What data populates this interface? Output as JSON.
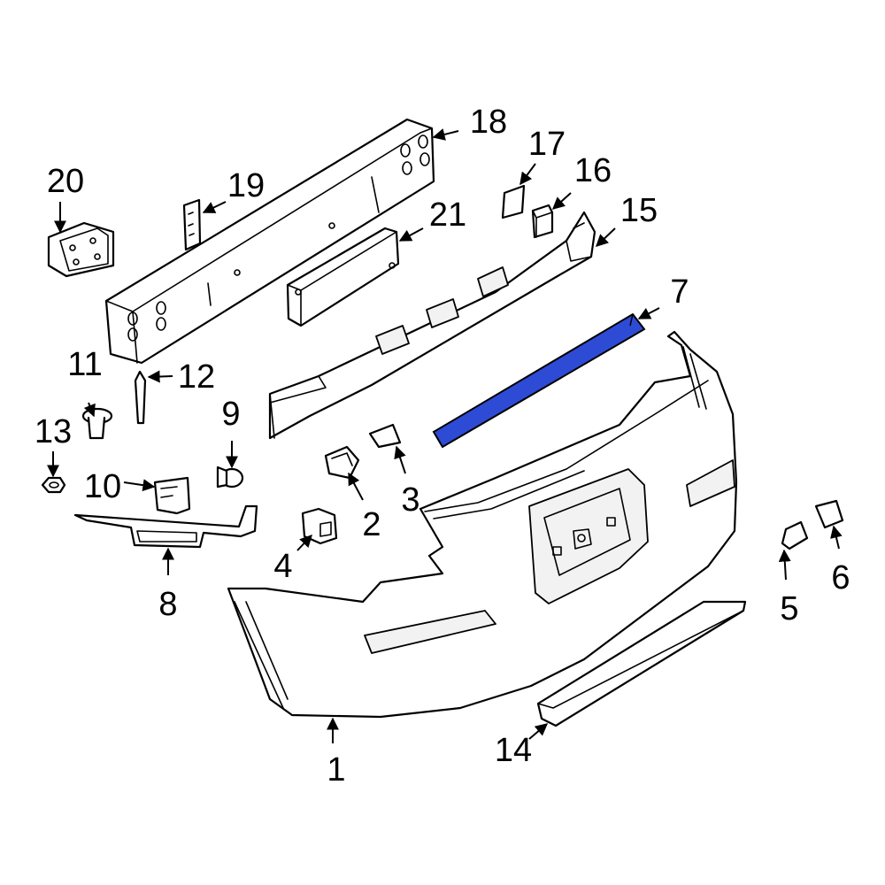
{
  "highlight_color": "#2e4bd6",
  "highlighted_part": "7",
  "callouts": {
    "c1": "1",
    "c2": "2",
    "c3": "3",
    "c4": "4",
    "c5": "5",
    "c6": "6",
    "c7": "7",
    "c8": "8",
    "c9": "9",
    "c10": "10",
    "c11": "11",
    "c12": "12",
    "c13": "13",
    "c14": "14",
    "c15": "15",
    "c16": "16",
    "c17": "17",
    "c18": "18",
    "c19": "19",
    "c20": "20",
    "c21": "21"
  }
}
